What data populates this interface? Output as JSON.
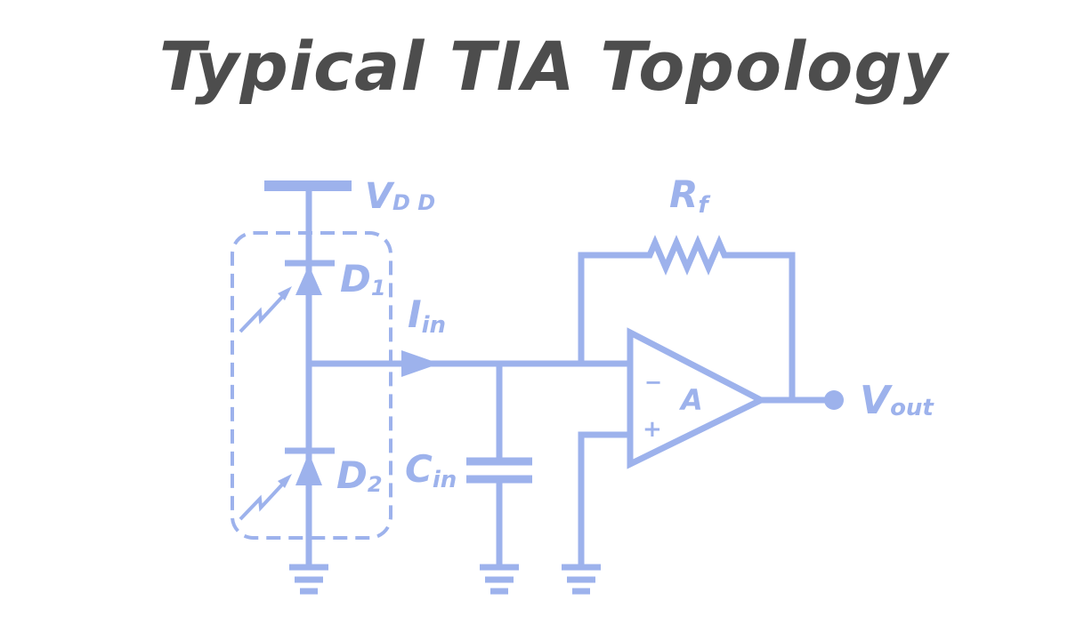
{
  "title": "Typical TIA Topology",
  "labels": {
    "vdd_main": "V",
    "vdd_sub": "D D",
    "rf_main": "R",
    "rf_sub": "f",
    "d1_main": "D",
    "d1_sub": "1",
    "d2_main": "D",
    "d2_sub": "2",
    "iin_main": "I",
    "iin_sub": "in",
    "cin_main": "C",
    "cin_sub": "in",
    "amp": "A",
    "minus": "−",
    "plus": "+",
    "vout_main": "V",
    "vout_sub": "out"
  },
  "colors": {
    "circuit": "#9db2ec",
    "title": "#4d4d4d"
  }
}
